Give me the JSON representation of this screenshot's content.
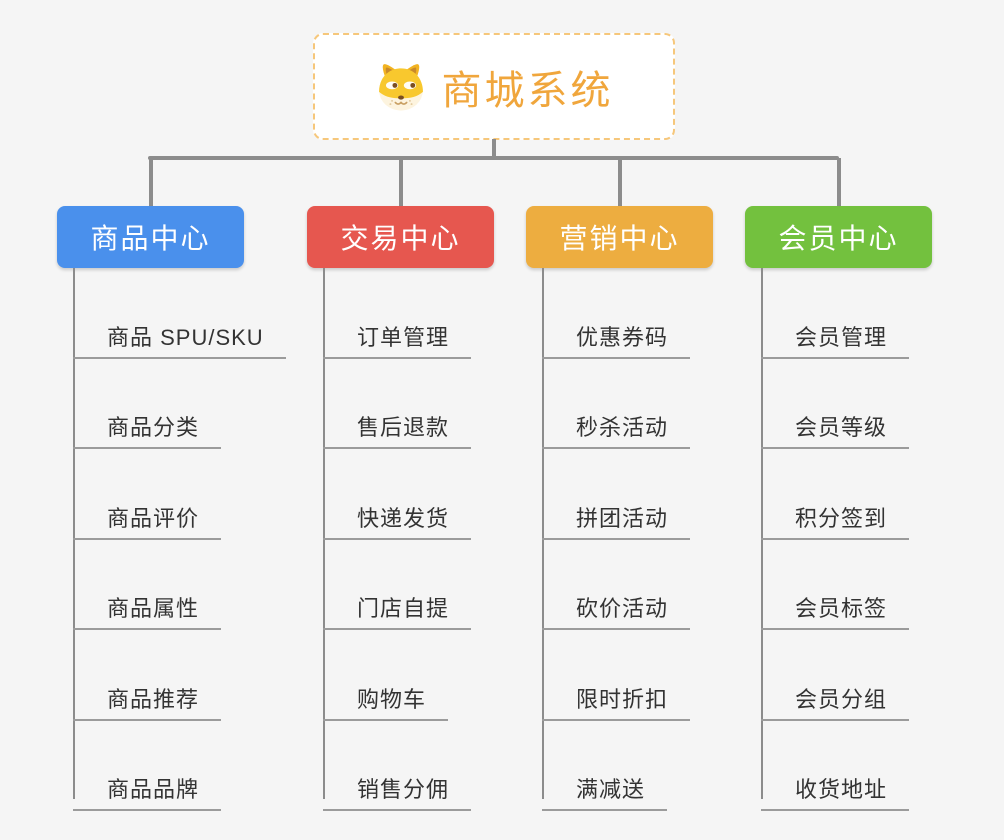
{
  "root": {
    "label": "商城系统",
    "icon": "shiba-dog"
  },
  "branches": [
    {
      "label": "商品中心",
      "color": "#4A90EC",
      "items": [
        "商品 SPU/SKU",
        "商品分类",
        "商品评价",
        "商品属性",
        "商品推荐",
        "商品品牌"
      ]
    },
    {
      "label": "交易中心",
      "color": "#E6574F",
      "items": [
        "订单管理",
        "售后退款",
        "快递发货",
        "门店自提",
        "购物车",
        "销售分佣"
      ]
    },
    {
      "label": "营销中心",
      "color": "#EDAD40",
      "items": [
        "优惠券码",
        "秒杀活动",
        "拼团活动",
        "砍价活动",
        "限时折扣",
        "满减送"
      ]
    },
    {
      "label": "会员中心",
      "color": "#73C13E",
      "items": [
        "会员管理",
        "会员等级",
        "积分签到",
        "会员标签",
        "会员分组",
        "收货地址"
      ]
    }
  ],
  "colors": {
    "canvas_bg": "#F5F5F5",
    "connector": "#8C8C8C",
    "leaf_underline": "#9B9B9B",
    "leaf_text": "#333333",
    "root_text": "#F0A63C",
    "root_border": "#F6C77B",
    "root_bg": "#FFFFFF",
    "branch_text": "#FFFFFF"
  }
}
